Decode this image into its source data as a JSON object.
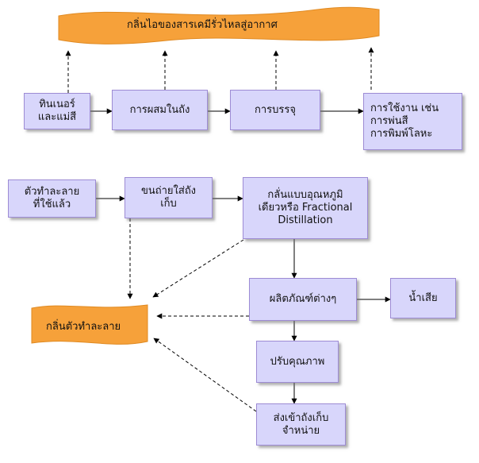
{
  "colors": {
    "box_fill": "#d8d6fb",
    "box_border": "#9d8bd4",
    "banner_fill": "#f6a13a",
    "arrow": "#000000"
  },
  "top_banner": "กลิ่นไอของสารเคมีรั่วไหลสู่อากาศ",
  "solvent_banner": "กลิ่นตัวทำละลาย",
  "top_row": [
    "ทินเนอร์\nและแม่สี",
    "การผสมในถัง",
    "การบรรจุ",
    "การใช้งาน เช่น\nการพ่นสี\nการพิมพ์โลหะ"
  ],
  "process": {
    "used_solvent": "ตัวทำละลาย\nที่ใช้แล้ว",
    "transfer": "ขนถ่ายใส่ถัง\nเก็บ",
    "distill": "กลั่นแบบอุณหภูมิ\nเดียวหรือ Fractional\nDistillation",
    "products": "ผลิตภัณฑ์ต่างๆ",
    "wastewater": "น้ำเสีย",
    "improve": "ปรับคุณภาพ",
    "distribute": "ส่งเข้าถังเก็บ\nจำหน่าย"
  }
}
